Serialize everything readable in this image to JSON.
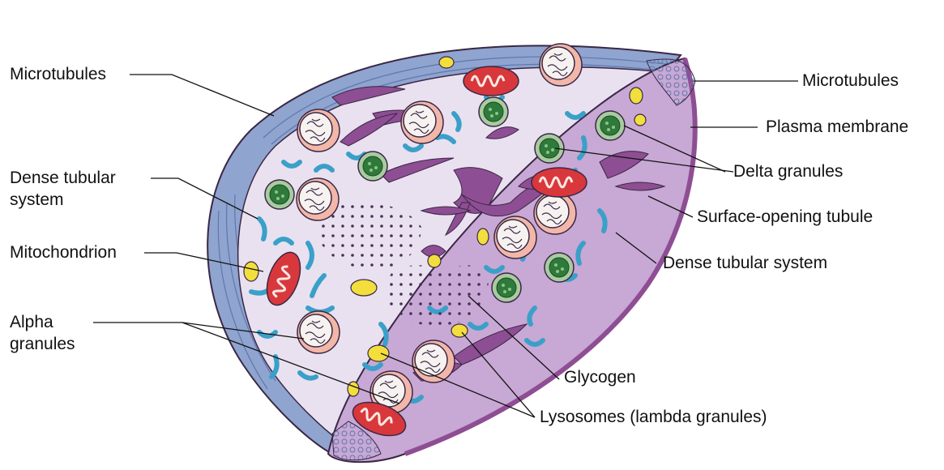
{
  "labels": {
    "microtubules_left": "Microtubules",
    "dense_tubular_left_line1": "Dense tubular",
    "dense_tubular_left_line2": "system",
    "mitochondrion": "Mitochondrion",
    "alpha_line1": "Alpha",
    "alpha_line2": "granules",
    "microtubules_right": "Microtubules",
    "plasma_membrane": "Plasma membrane",
    "delta_granules": "Delta granules",
    "surface_opening_tubule": "Surface-opening tubule",
    "dense_tubular_right": "Dense tubular system",
    "glycogen": "Glycogen",
    "lysosomes": "Lysosomes (lambda granules)"
  },
  "colors": {
    "membrane_blue": "#8fa4cf",
    "membrane_stripe": "#5e77ad",
    "cytoplasm_light": "#e9e1f0",
    "cytoplasm_mid": "#c8a8d4",
    "purple_tubule": "#8e4e93",
    "dense_tubular_blue": "#3aa0c9",
    "mitochondrion_red": "#d8383c",
    "delta_green": "#2e7a3b",
    "alpha_pink": "#f2b7a8",
    "lysosome_yellow": "#f2df3c",
    "outline": "#3a2745"
  }
}
